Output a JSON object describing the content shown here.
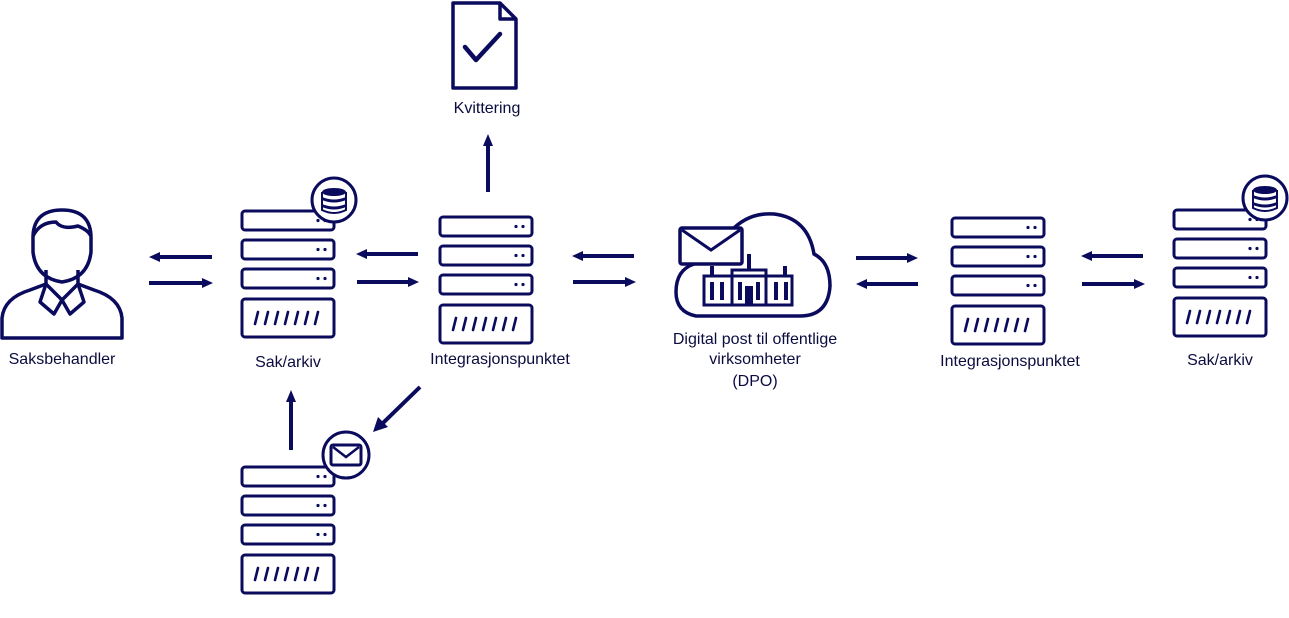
{
  "colors": {
    "primary": "#0b0b5e",
    "background": "#ffffff"
  },
  "labels": {
    "saksbehandler": "Saksbehandler",
    "sak_arkiv_left": "Sak/arkiv",
    "integrasjonspunkt_left": "Integrasjonspunktet",
    "kvittering": "Kvittering",
    "dpo_line1": "Digital post til offentlige",
    "dpo_line2": "virksomheter",
    "dpo_line3": "(DPO)",
    "integrasjonspunkt_right": "Integrasjonspunktet",
    "sak_arkiv_right": "Sak/arkiv"
  },
  "icons": [
    "person-icon",
    "server-icon",
    "database-badge-icon",
    "document-check-icon",
    "envelope-badge-icon",
    "cloud-building-icon",
    "envelope-icon",
    "arrow-icon"
  ]
}
